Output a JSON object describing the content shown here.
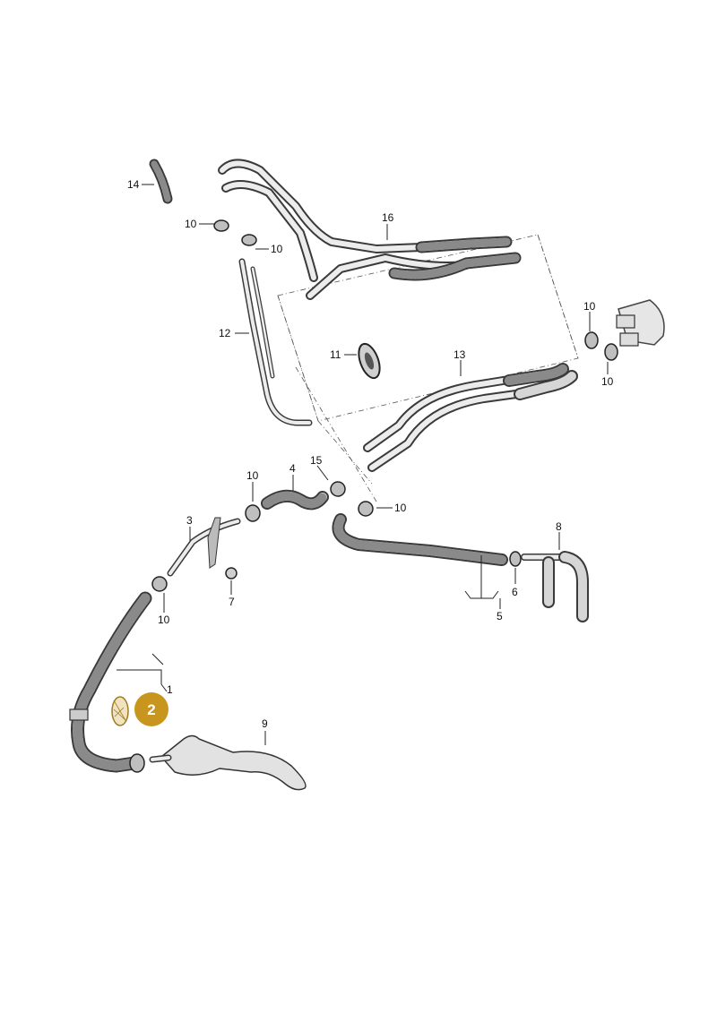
{
  "diagram": {
    "callouts": [
      {
        "id": "c1",
        "label": "1"
      },
      {
        "id": "c3",
        "label": "3"
      },
      {
        "id": "c4",
        "label": "4"
      },
      {
        "id": "c5",
        "label": "5"
      },
      {
        "id": "c6",
        "label": "6"
      },
      {
        "id": "c7",
        "label": "7"
      },
      {
        "id": "c8",
        "label": "8"
      },
      {
        "id": "c9",
        "label": "9"
      },
      {
        "id": "c10a",
        "label": "10"
      },
      {
        "id": "c10b",
        "label": "10"
      },
      {
        "id": "c10c",
        "label": "10"
      },
      {
        "id": "c10d",
        "label": "10"
      },
      {
        "id": "c10e",
        "label": "10"
      },
      {
        "id": "c10f",
        "label": "10"
      },
      {
        "id": "c10g",
        "label": "10"
      },
      {
        "id": "c11",
        "label": "11"
      },
      {
        "id": "c12",
        "label": "12"
      },
      {
        "id": "c13",
        "label": "13"
      },
      {
        "id": "c14",
        "label": "14"
      },
      {
        "id": "c15",
        "label": "15"
      },
      {
        "id": "c16",
        "label": "16"
      }
    ],
    "highlight_badge": {
      "label": "2",
      "color": "#c8961e"
    },
    "colors": {
      "badge": "#c8961e",
      "hose": "#3a3a3a",
      "mesh": "#8a8a8a"
    }
  }
}
